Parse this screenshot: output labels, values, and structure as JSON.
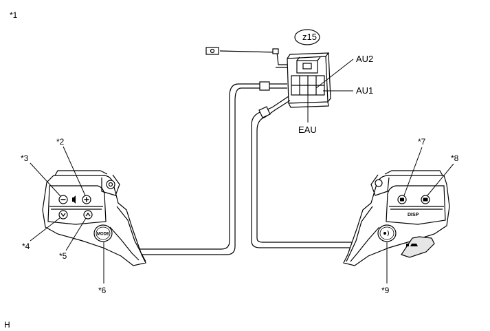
{
  "figure": {
    "corner_label": "*1",
    "footer_code": "H"
  },
  "connector": {
    "id": "z15",
    "terminals": [
      {
        "label": "AU2"
      },
      {
        "label": "AU1"
      },
      {
        "label": "EAU"
      }
    ]
  },
  "left_switch": {
    "callouts": [
      "*2",
      "*3",
      "*4",
      "*5",
      "*6"
    ],
    "mode_button_text": "MODE"
  },
  "right_switch": {
    "callouts": [
      "*7",
      "*8",
      "*9"
    ],
    "disp_label": "DISP"
  },
  "icons": [
    "minus-icon",
    "plus-icon",
    "speaker-icon",
    "chevron-down-icon",
    "chevron-up-icon",
    "phone-icon",
    "display-icon",
    "vehicle-icon"
  ]
}
